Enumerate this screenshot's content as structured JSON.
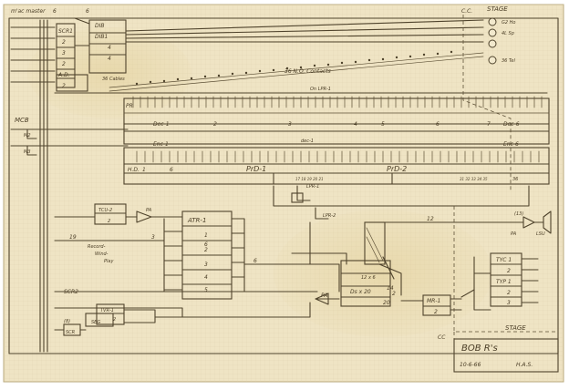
{
  "labels": {
    "mac_master": "m'ac master",
    "g1": "6",
    "g2": "6",
    "scr1": "SCR1",
    "dib": "DIB",
    "dib1": "DIB1",
    "r1": "2",
    "r2": "4",
    "r3": "3",
    "r4": "4",
    "r5": "2",
    "ad": "A.D.",
    "ad_cable": "2",
    "cables": "36 Cables",
    "contacts": "36 N.O. Contacts",
    "cc_top": "C.C.",
    "stage_top": "STAGE",
    "out1": "G2 Ho",
    "out2": "4L Sp",
    "out3": "36 Tel",
    "onlpr": "On LPR-1",
    "pr": "PR",
    "mcb": "MCB",
    "mcb2": "M2",
    "mcb3": "M3",
    "dec1": "Dec-1",
    "dec6": "Dec-6",
    "n2": "2",
    "n3": "3",
    "n4": "4",
    "n5": "5",
    "n6": "6",
    "n7": "7",
    "dec_mid": "dec-1",
    "enc1": "Enc-1",
    "enc6": "Enc-6",
    "hd": "H.D.",
    "n1b": "1",
    "n6b": "6",
    "prd1": "PrD-1",
    "prd2": "PrD-2",
    "nums_a": "17 18 19 20 21",
    "nums_b": "31 32 33 34 35",
    "n36": "36",
    "lpr1": "LPR-1",
    "lpr2": "LPR-2",
    "tcu": "TCU-2",
    "tcu2": "2",
    "pa": "PA",
    "atr": "ATR-1",
    "atr_nums": [
      "1",
      "2",
      "3",
      "4",
      "5",
      "6"
    ],
    "n19": "19",
    "n3c": "3",
    "in_label_1": "Record-",
    "in_label_2": "Wind-",
    "in_label_3": "Play",
    "n6c": "6",
    "n12": "12",
    "n13": "(13)",
    "pa2": "PA",
    "lsu": "LSU",
    "scr2": "SCR2",
    "pa3": "PA",
    "dsa": "Ds x 20",
    "dsb": "12 x 6",
    "n14": "14",
    "n2b": "2",
    "n20": "20",
    "mr": "MR-1",
    "mr2": "2",
    "tyc": "TYC 1",
    "tyc2": "2",
    "tyc3": "TYP 1",
    "tyc4": "2",
    "tyc5": "3",
    "stage_bot": "STAGE",
    "tvr": "TVR-1",
    "tvr2": "2",
    "seg": "SEG",
    "scr3": "SCR",
    "n8": "(8)",
    "cc_bot": "CC",
    "title_name": "BOB R's",
    "date": "10-6-66",
    "initials": "H.A.S."
  }
}
